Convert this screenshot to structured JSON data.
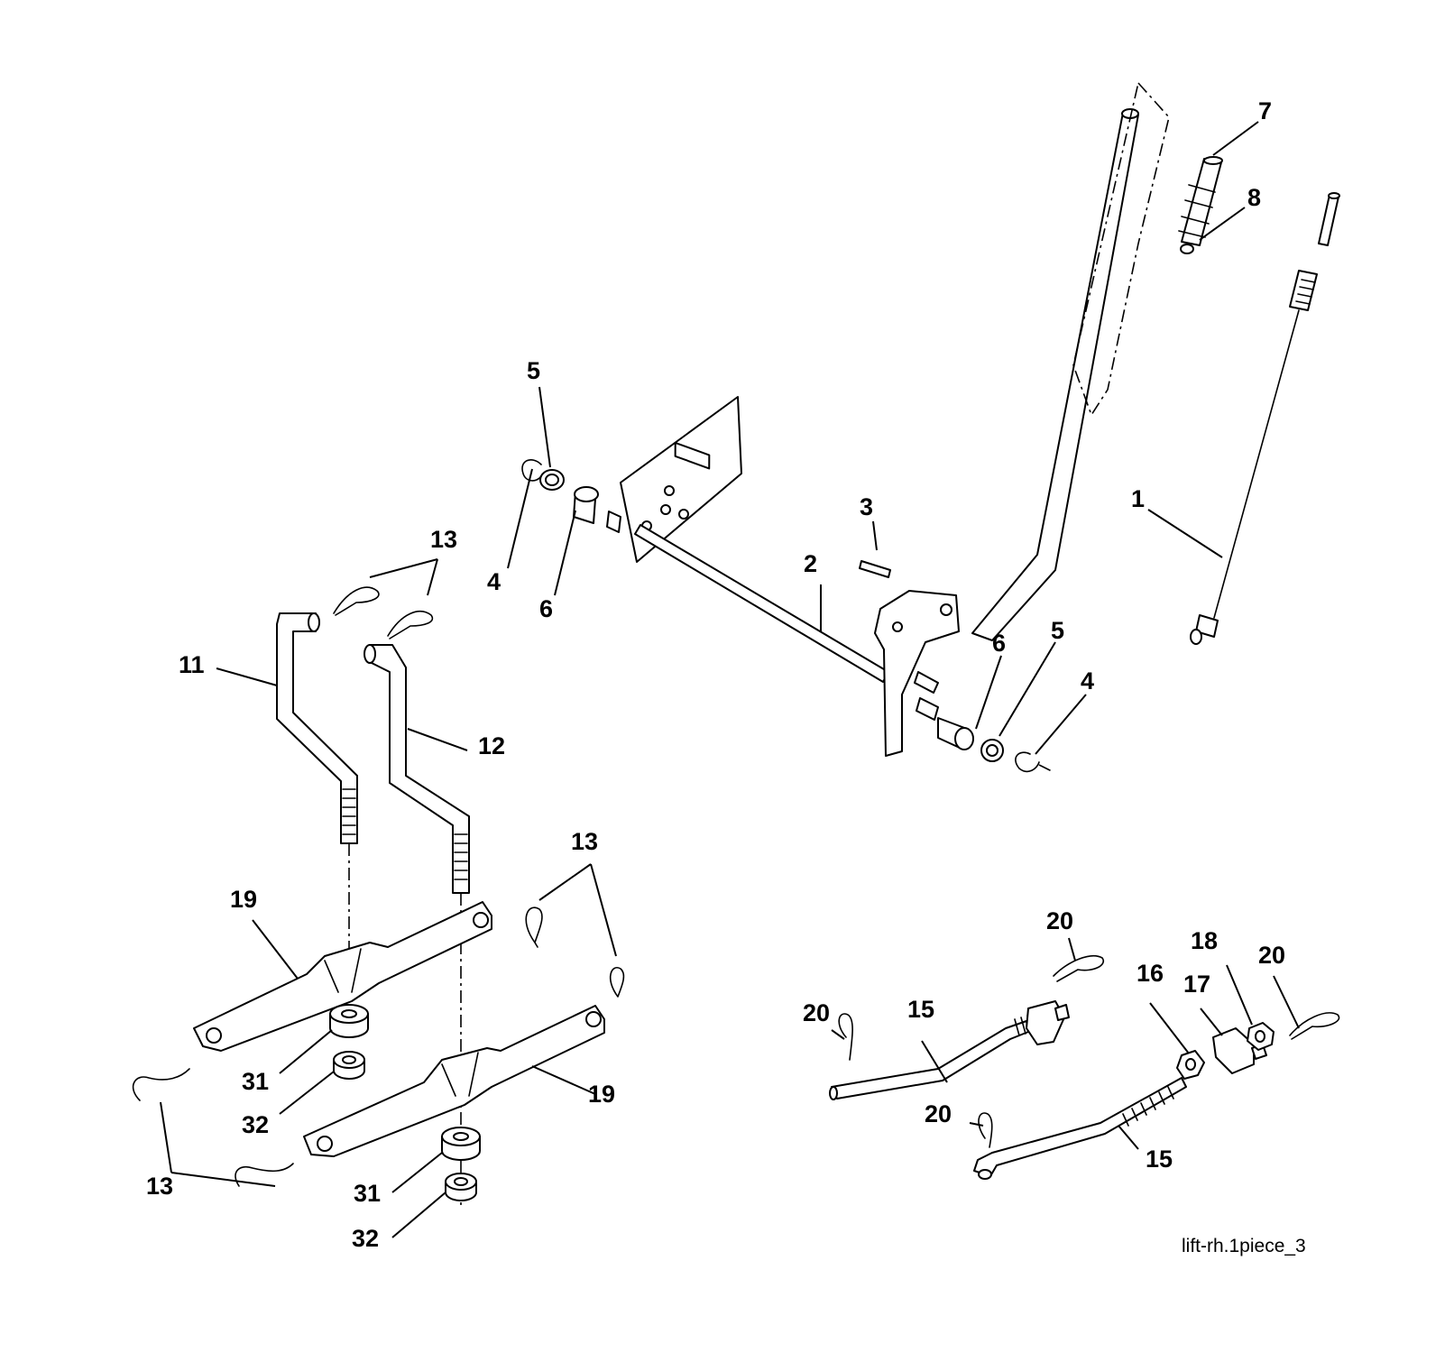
{
  "callouts": {
    "c1": "1",
    "c2": "2",
    "c3": "3",
    "c4a": "4",
    "c4b": "4",
    "c5a": "5",
    "c5b": "5",
    "c6a": "6",
    "c6b": "6",
    "c7": "7",
    "c8": "8",
    "c11": "11",
    "c12": "12",
    "c13a": "13",
    "c13b": "13",
    "c13c": "13",
    "c15a": "15",
    "c15b": "15",
    "c16": "16",
    "c17": "17",
    "c18": "18",
    "c19a": "19",
    "c19b": "19",
    "c20a": "20",
    "c20b": "20",
    "c20c": "20",
    "c20d": "20",
    "c31a": "31",
    "c31b": "31",
    "c32a": "32",
    "c32b": "32"
  },
  "drawing_code": "lift-rh.1piece_3"
}
